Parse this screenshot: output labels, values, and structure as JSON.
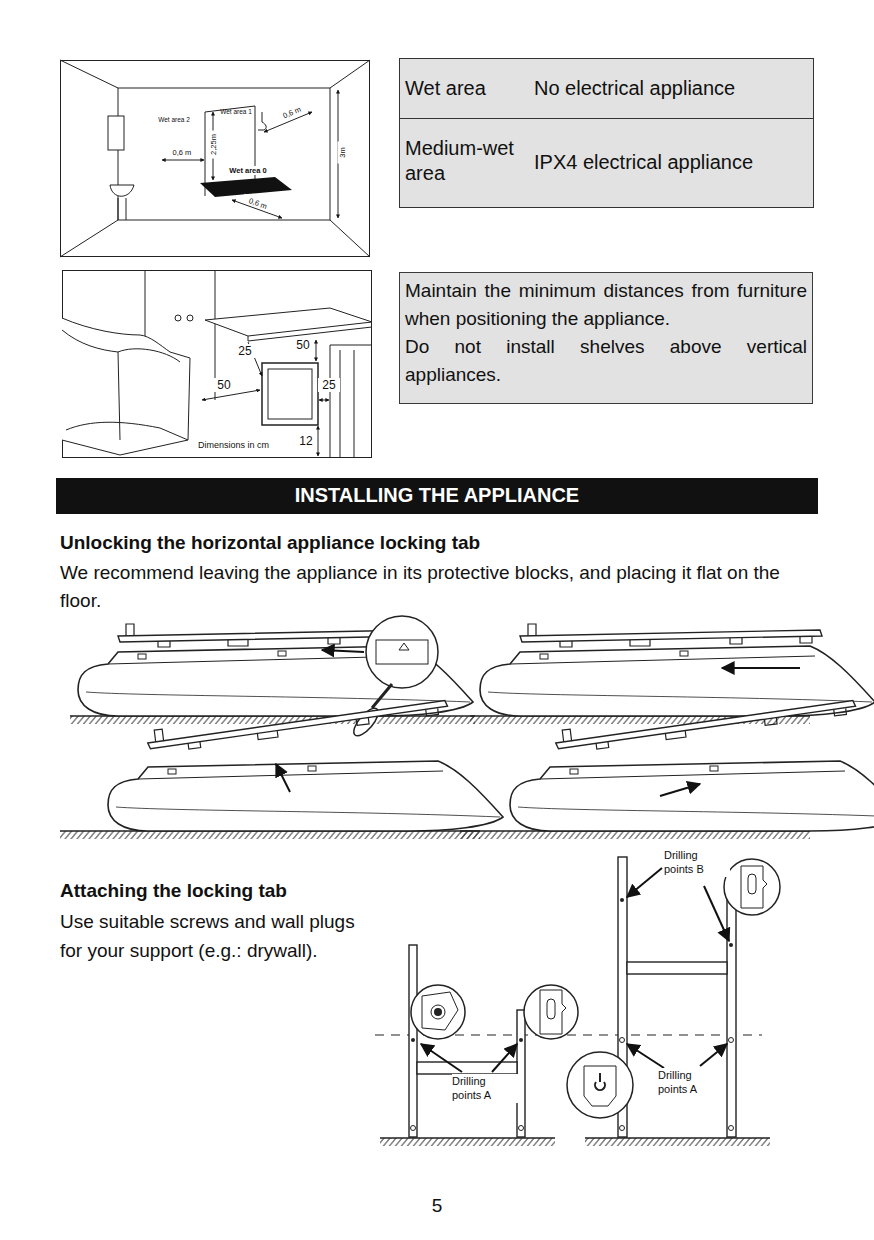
{
  "diagram": {
    "nodes": [
      {
        "text": [
          "Maintain the minimum distances from furniture when positioning the appliance.",
          "Do not install shelves above vertical appliances."
        ]
      },
      {
        "text": [
          "INSTALLING THE APPLIANCE"
        ]
      }
    ],
    "labels": [
      "Wet area 2",
      "Wet area 1",
      "0,6 m",
      "2,25m",
      "Wet area 0",
      "0,6 m",
      "0,6 m",
      "3m",
      "Wet area",
      "No electrical appliance",
      "Medium-wet area",
      "IPX4 electrical appliance",
      "25",
      "50",
      "50",
      "25",
      "12",
      "Dimensions in cm",
      "Unlocking the horizontal appliance locking tab",
      "We recommend leaving the appliance in its protective blocks, and placing it flat on the floor.",
      "Attaching the locking tab",
      "Use suitable screws and wall plugs for your support (e.g.: drywall).",
      "Drilling points B",
      "Drilling points A",
      "Drilling points A",
      "5"
    ]
  }
}
